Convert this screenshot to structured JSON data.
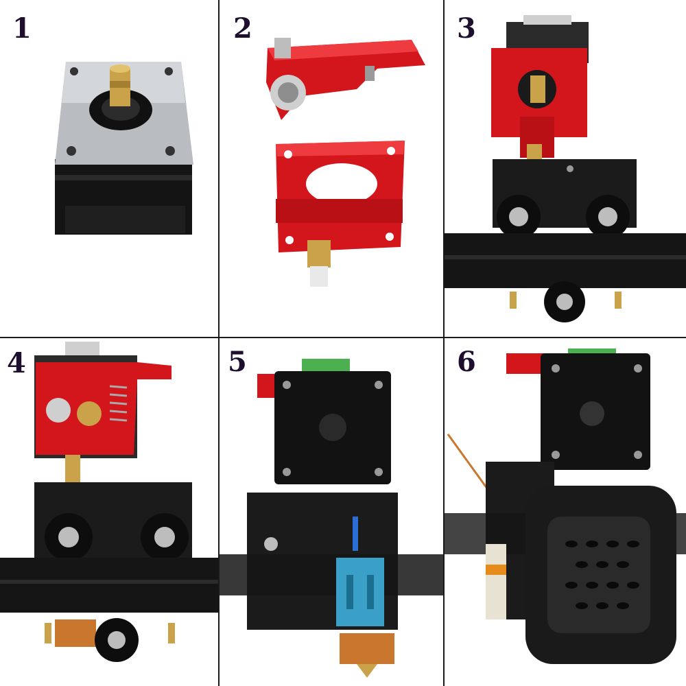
{
  "panels": [
    {
      "label": "1",
      "subject": "stepper-motor"
    },
    {
      "label": "2",
      "subject": "extruder-parts"
    },
    {
      "label": "3",
      "subject": "extruder-mounted"
    },
    {
      "label": "4",
      "subject": "extruder-assembled"
    },
    {
      "label": "5",
      "subject": "hotend-rear"
    },
    {
      "label": "6",
      "subject": "finished-printhead"
    }
  ],
  "colors": {
    "extruder_red": "#d3161c",
    "anodized_black": "#1b1b1b",
    "brass": "#c9a24a",
    "hotend_blue": "#3aa0c8",
    "heater_copper": "#c9772e",
    "divider": "#1a1a1a"
  }
}
